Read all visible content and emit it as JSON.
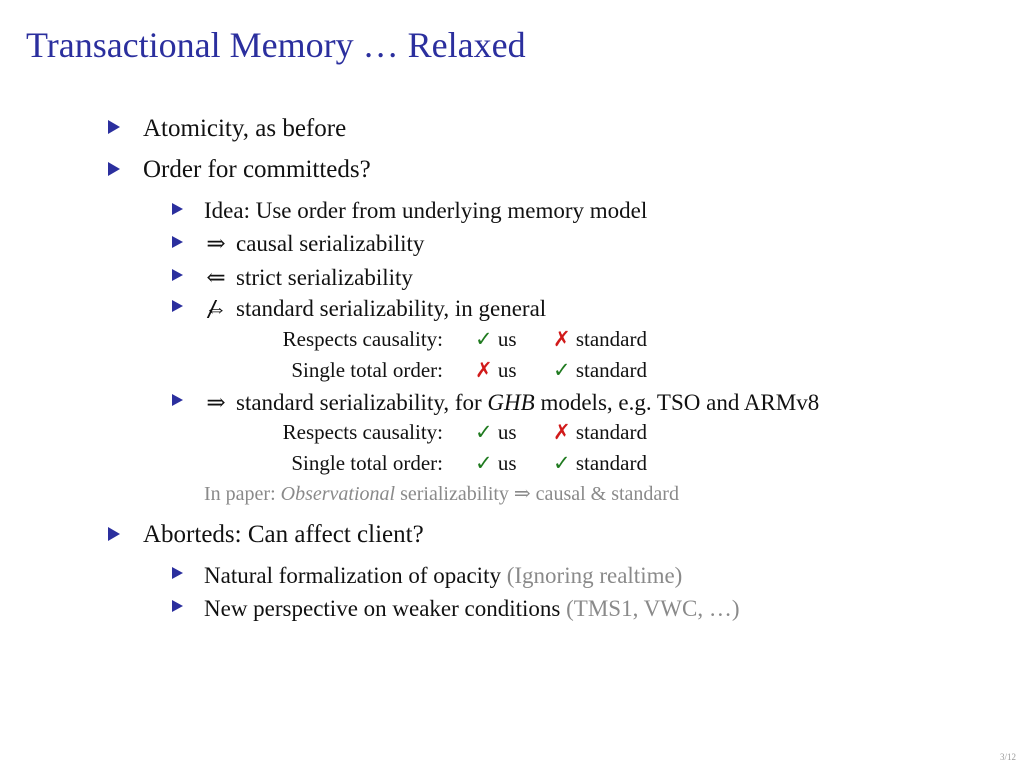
{
  "title": "Transactional Memory … Relaxed",
  "items": {
    "atomicity": "Atomicity, as before",
    "order": "Order for committeds?",
    "idea": "Idea: Use order from underlying memory model",
    "causal": {
      "symbol": "⇒",
      "text": "causal serializability"
    },
    "strict": {
      "symbol": "⇐",
      "text": "strict serializability"
    },
    "standard_general": {
      "symbol": "⇔",
      "text": "standard serializability, in general"
    },
    "gen_table": {
      "row1": {
        "label": "Respects causality:",
        "us_mark": "✓",
        "us": "us",
        "std_mark": "✗",
        "std": "standard"
      },
      "row2": {
        "label": "Single total order:",
        "us_mark": "✗",
        "us": "us",
        "std_mark": "✓",
        "std": "standard"
      }
    },
    "ghb": {
      "symbol": "⇒",
      "pre": "standard serializability, for ",
      "em": "GHB",
      "post": " models, e.g. TSO and ARMv8"
    },
    "ghb_table": {
      "row1": {
        "label": "Respects causality:",
        "us_mark": "✓",
        "us": "us",
        "std_mark": "✗",
        "std": "standard"
      },
      "row2": {
        "label": "Single total order:",
        "us_mark": "✓",
        "us": "us",
        "std_mark": "✓",
        "std": "standard"
      }
    },
    "paper_note": {
      "pre": "In paper: ",
      "em": "Observational",
      "post": " serializability ⇒ causal & standard"
    },
    "aborteds": "Aborteds: Can affect client?",
    "opacity": {
      "main": "Natural formalization of opacity",
      "aside": "(Ignoring realtime)"
    },
    "perspective": {
      "main": "New perspective on weaker conditions",
      "aside": "(TMS1, VWC, …)"
    }
  },
  "page_number": "3/12",
  "colors": {
    "title": "#2b2f9e",
    "bullet": "#2b2f9e",
    "check": "#1f7a1f",
    "cross": "#d11a1a",
    "aside": "#8a8a8a"
  }
}
